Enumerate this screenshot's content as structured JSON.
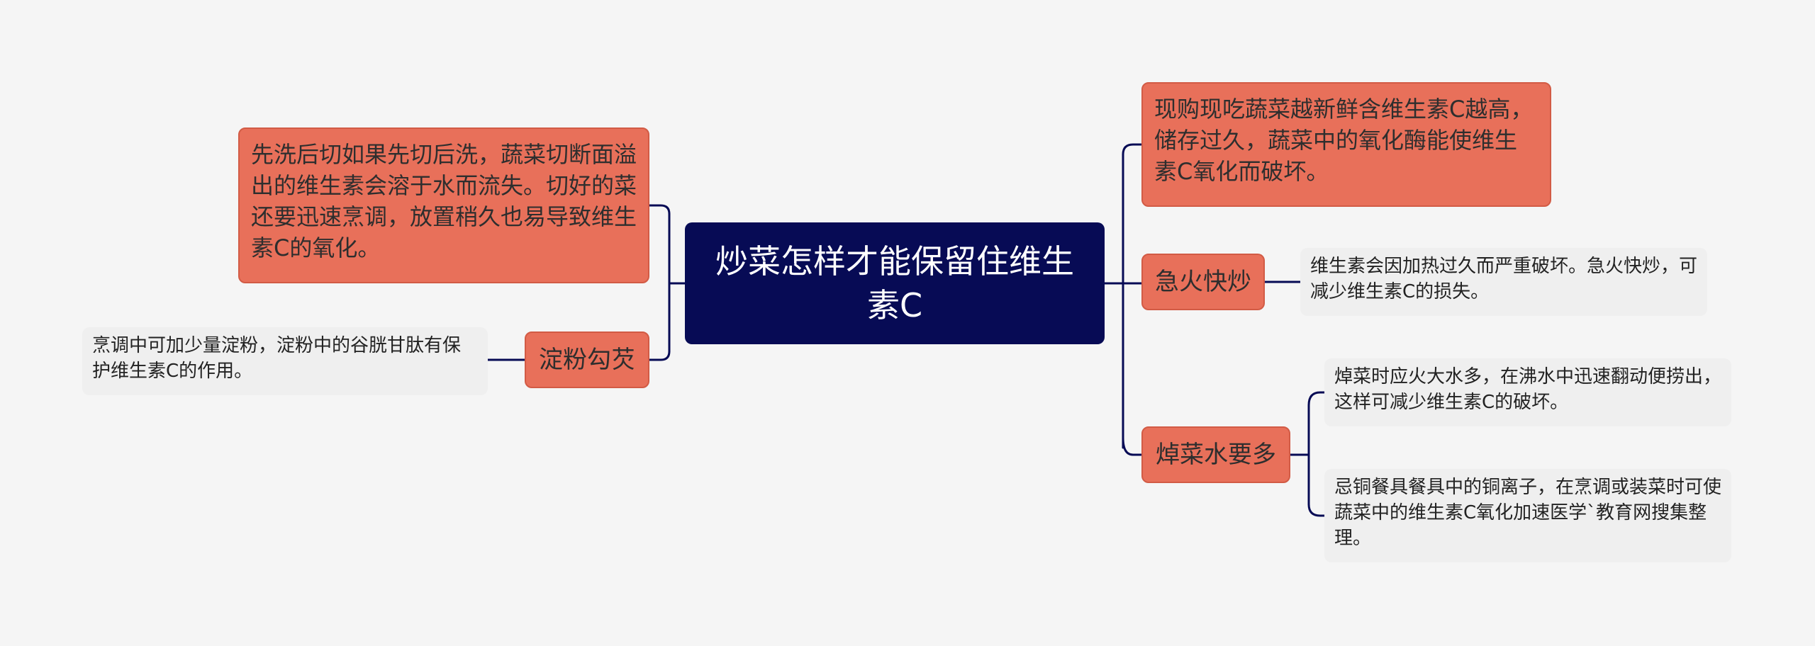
{
  "mindmap": {
    "root": "炒菜怎样才能保留住维生素C",
    "left": {
      "leaf_top": "先洗后切如果先切后洗，蔬菜切断面溢出的维生素会溶于水而流失。切好的菜还要迅速烹调，放置稍久也易导致维生素C的氧化。",
      "branch": "淀粉勾芡",
      "branch_leaf": "烹调中可加少量淀粉，淀粉中的谷胱甘肽有保护维生素C的作用。"
    },
    "right": {
      "leaf_top": "现购现吃蔬菜越新鲜含维生素C越高，储存过久，蔬菜中的氧化酶能使维生素C氧化而破坏。",
      "branch1": "急火快炒",
      "branch1_leaf": "维生素会因加热过久而严重破坏。急火快炒，可减少维生素C的损失。",
      "branch2": "焯菜水要多",
      "branch2_leaf1": "焯菜时应火大水多，在沸水中迅速翻动便捞出，这样可减少维生素C的破坏。",
      "branch2_leaf2": "忌铜餐具餐具中的铜离子，在烹调或装菜时可使蔬菜中的维生素C氧化加速医学`教育网搜集整理。"
    }
  },
  "colors": {
    "background": "#f5f5f5",
    "root_fill": "#070b55",
    "branch_fill": "#e8705a",
    "leaf_fill": "#efefef",
    "connector": "#070b55"
  }
}
